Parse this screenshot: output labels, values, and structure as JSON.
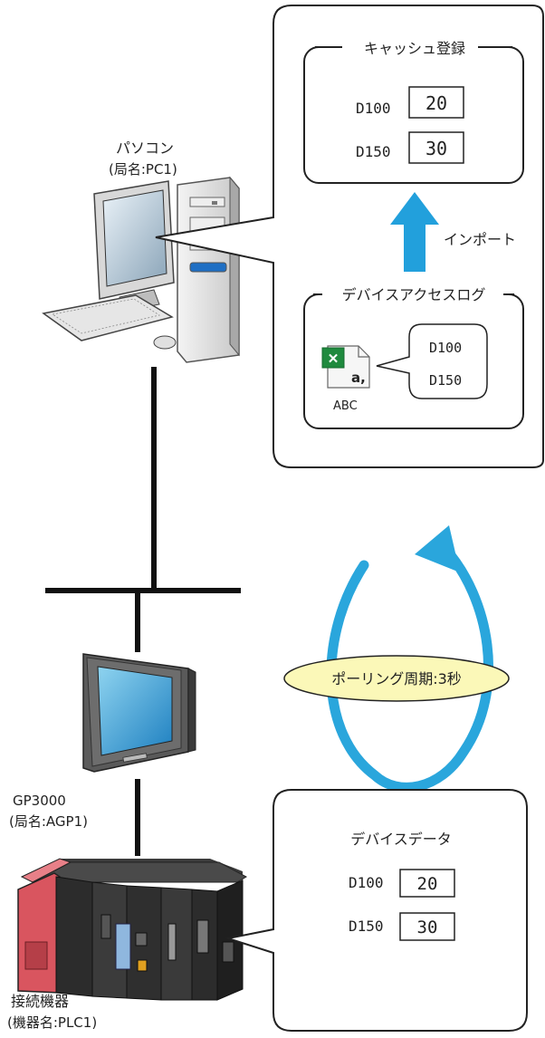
{
  "pc": {
    "name": "パソコン",
    "station": "(局名:PC1)"
  },
  "gp": {
    "name": "GP3000",
    "station": "(局名:AGP1)"
  },
  "device": {
    "name": "接続機器",
    "station": "(機器名:PLC1)"
  },
  "cache_panel": {
    "title": "キャッシュ登録",
    "rows": [
      {
        "address": "D100",
        "value": "20"
      },
      {
        "address": "D150",
        "value": "30"
      }
    ]
  },
  "import_label": "インポート",
  "log_panel": {
    "title": "デバイスアクセスログ",
    "file_name": "ABC",
    "file_badge": "a,",
    "callout_lines": [
      "D100",
      "D150"
    ]
  },
  "polling_label": "ポーリング周期:3秒",
  "device_data_panel": {
    "title": "デバイスデータ",
    "rows": [
      {
        "address": "D100",
        "value": "20"
      },
      {
        "address": "D150",
        "value": "30"
      }
    ]
  },
  "colors": {
    "cycle_arrow": "#2aa6dc",
    "import_arrow": "#22a0dc",
    "polling_fill": "#fbf8b8",
    "plc_red": "#d9555f",
    "excel_green": "#1f8a3e"
  }
}
